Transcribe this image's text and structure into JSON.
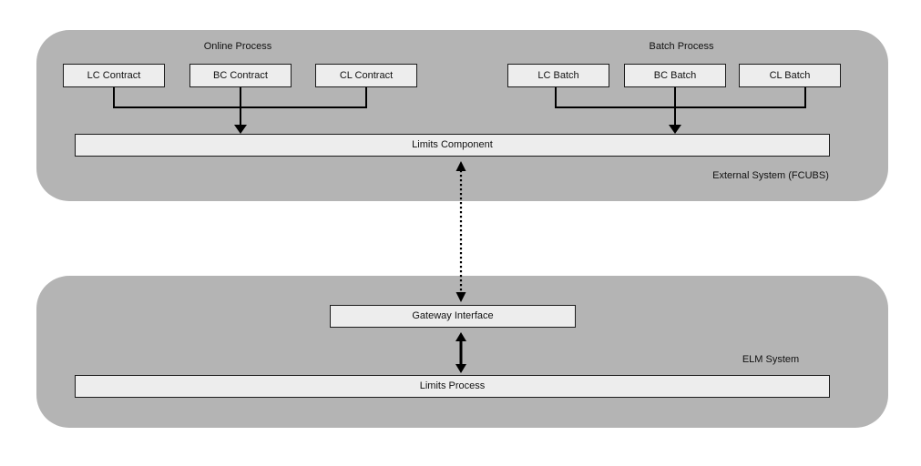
{
  "colors": {
    "background": "#ffffff",
    "container_fill": "#b4b4b4",
    "node_fill": "#ededed",
    "node_border": "#1c1c1c",
    "connector": "#000000"
  },
  "external_system": {
    "label": "External System (FCUBS)",
    "online_process": {
      "title": "Online Process",
      "boxes": [
        {
          "label": "LC Contract"
        },
        {
          "label": "BC Contract"
        },
        {
          "label": "CL Contract"
        }
      ]
    },
    "batch_process": {
      "title": "Batch Process",
      "boxes": [
        {
          "label": "LC Batch"
        },
        {
          "label": "BC Batch"
        },
        {
          "label": "CL Batch"
        }
      ]
    },
    "limits_component": {
      "label": "Limits Component"
    }
  },
  "elm_system": {
    "label": "ELM System",
    "gateway_interface": {
      "label": "Gateway Interface"
    },
    "limits_process": {
      "label": "Limits Process"
    }
  }
}
